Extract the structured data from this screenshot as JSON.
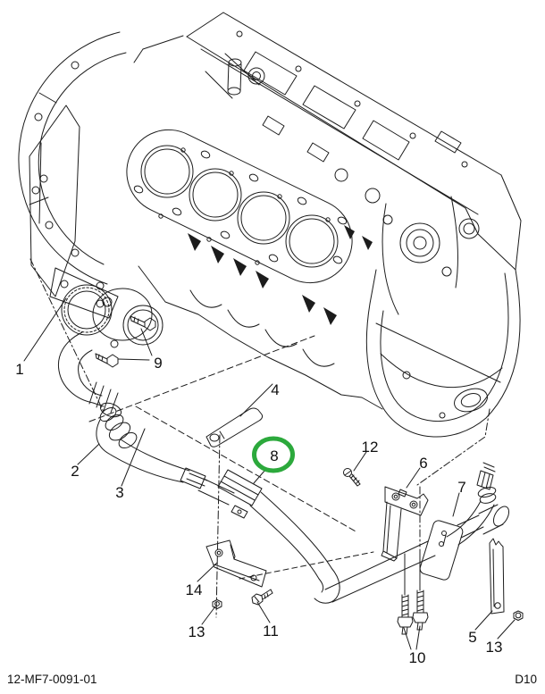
{
  "page": {
    "background": "#ffffff"
  },
  "footer": {
    "left": "12-MF7-0091-01",
    "right": "D10"
  },
  "highlight": {
    "color": "#2CA93C",
    "selected_part": "8"
  },
  "callouts": {
    "c1": {
      "label": "1"
    },
    "c2": {
      "label": "2"
    },
    "c3": {
      "label": "3"
    },
    "c4": {
      "label": "4"
    },
    "c5": {
      "label": "5"
    },
    "c6": {
      "label": "6"
    },
    "c7": {
      "label": "7"
    },
    "c8": {
      "label": "8"
    },
    "c9": {
      "label": "9"
    },
    "c10": {
      "label": "10"
    },
    "c11": {
      "label": "11"
    },
    "c12": {
      "label": "12"
    },
    "c13a": {
      "label": "13"
    },
    "c13b": {
      "label": "13"
    },
    "c14": {
      "label": "14"
    }
  }
}
